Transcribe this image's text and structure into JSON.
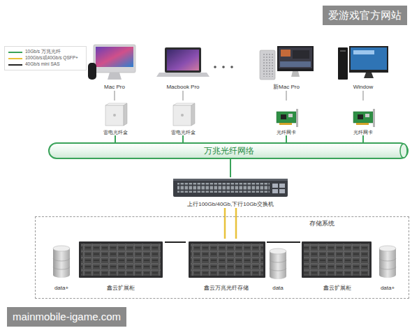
{
  "diagram": {
    "nodes": [
      {
        "text": [
          "Mac Pro"
        ]
      },
      {
        "text": [
          "Macbook Pro"
        ]
      },
      {
        "text": [
          "新Mac Pro"
        ]
      },
      {
        "text": [
          "Window"
        ]
      },
      {
        "text": [
          "雷电光纤盒"
        ]
      },
      {
        "text": [
          "雷电光纤盒"
        ]
      },
      {
        "text": [
          "光纤网卡"
        ]
      },
      {
        "text": [
          "光纤网卡"
        ]
      },
      {
        "text": [
          "万兆光纤网络"
        ]
      },
      {
        "text": [
          "上行100Gb/40Gb,下行10Gb交换机"
        ]
      },
      {
        "text": [
          "存储系统"
        ]
      },
      {
        "text": [
          "data+"
        ],
        "in": 10
      },
      {
        "text": [
          "鑫云扩展柜"
        ],
        "in": 10
      },
      {
        "text": [
          "鑫云万兆光纤存储"
        ],
        "in": 10
      },
      {
        "text": [
          "data"
        ],
        "in": 10
      },
      {
        "text": [
          "鑫云扩展柜"
        ],
        "in": 10
      },
      {
        "text": [
          "data+"
        ],
        "in": 10
      }
    ],
    "edges": [
      {
        "from": 0,
        "to": 4,
        "arrow": "none"
      },
      {
        "from": 1,
        "to": 5,
        "arrow": "none"
      },
      {
        "from": 2,
        "to": 6,
        "arrow": "none"
      },
      {
        "from": 3,
        "to": 7,
        "arrow": "none"
      },
      {
        "from": 4,
        "to": 8,
        "arrow": "none"
      },
      {
        "from": 5,
        "to": 8,
        "arrow": "none"
      },
      {
        "from": 6,
        "to": 8,
        "arrow": "none"
      },
      {
        "from": 7,
        "to": 8,
        "arrow": "none"
      },
      {
        "from": 8,
        "to": 9,
        "arrow": "none"
      },
      {
        "from": 9,
        "to": 13,
        "arrow": "none"
      },
      {
        "from": 9,
        "to": 13,
        "arrow": "none"
      },
      {
        "from": 12,
        "to": 13,
        "arrow": "none"
      },
      {
        "from": 13,
        "to": 15,
        "arrow": "none"
      }
    ],
    "labels": [
      "爱游戏官方网站",
      "mainmobile-igame.com"
    ],
    "legend": [
      {
        "text": "10Gb/s 万兆光纤"
      },
      {
        "text": "100Gb/s或40Gb/s QSFP+"
      },
      {
        "text": "40Gb/s mini SAS"
      }
    ]
  }
}
